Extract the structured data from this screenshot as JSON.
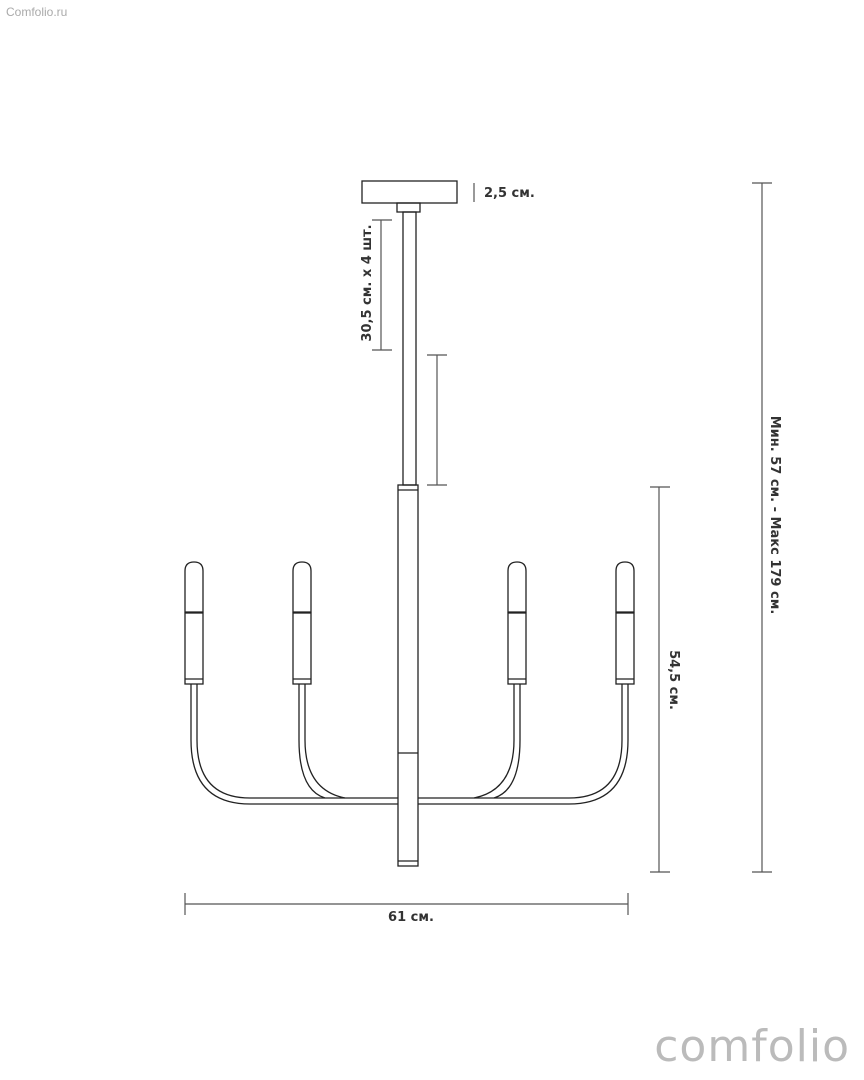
{
  "watermark": "Comfolio.ru",
  "logo": "comfolio",
  "dimensions": {
    "canopy_height": "2,5 см.",
    "rod_sections": "30,5 см. х 4 шт.",
    "total_height": "Мин. 57 см. - Макс 179 см.",
    "body_height": "54,5 см.",
    "width": "61 см."
  }
}
